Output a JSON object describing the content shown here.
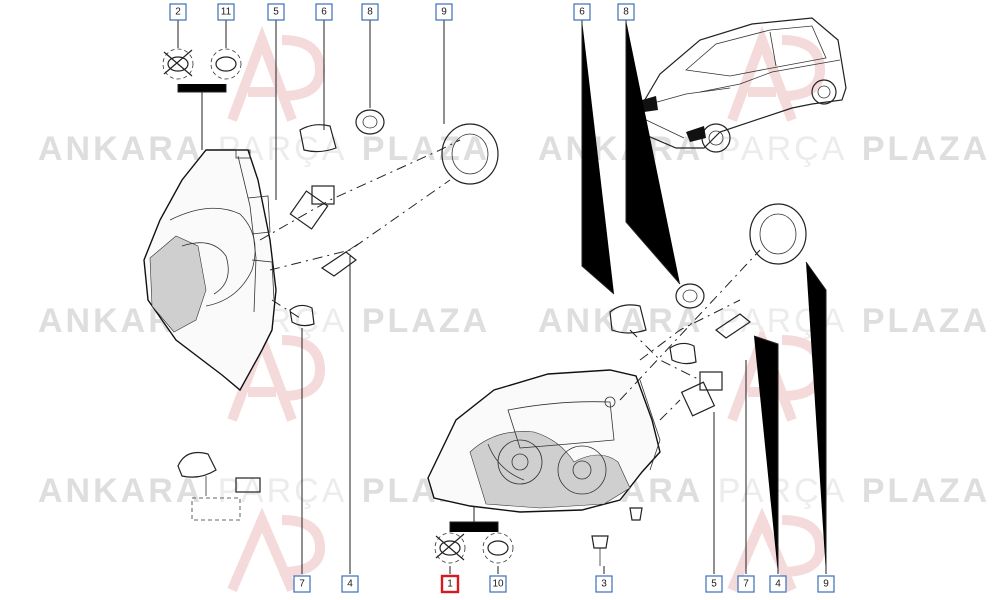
{
  "watermark": {
    "brand_strong": "ANKARA",
    "brand_thin": "PARÇA",
    "brand_strong2": "PLAZA"
  },
  "callouts": [
    {
      "id": "c-2-top",
      "label": "2"
    },
    {
      "id": "c-11-top",
      "label": "11"
    },
    {
      "id": "c-5-top",
      "label": "5"
    },
    {
      "id": "c-6-top",
      "label": "6"
    },
    {
      "id": "c-8-top",
      "label": "8"
    },
    {
      "id": "c-9-top",
      "label": "9"
    },
    {
      "id": "c-6-top-r",
      "label": "6"
    },
    {
      "id": "c-8-top-r",
      "label": "8"
    },
    {
      "id": "c-7-bot",
      "label": "7"
    },
    {
      "id": "c-4-bot",
      "label": "4"
    },
    {
      "id": "c-1-bot",
      "label": "1",
      "highlight": true
    },
    {
      "id": "c-10-bot",
      "label": "10"
    },
    {
      "id": "c-3-bot",
      "label": "3"
    },
    {
      "id": "c-5-bot",
      "label": "5"
    },
    {
      "id": "c-7-bot-r",
      "label": "7"
    },
    {
      "id": "c-4-bot-r",
      "label": "4"
    },
    {
      "id": "c-9-bot-r",
      "label": "9"
    }
  ],
  "colors": {
    "callout_border": "#3b6fb6",
    "highlight_border": "#d71920"
  }
}
